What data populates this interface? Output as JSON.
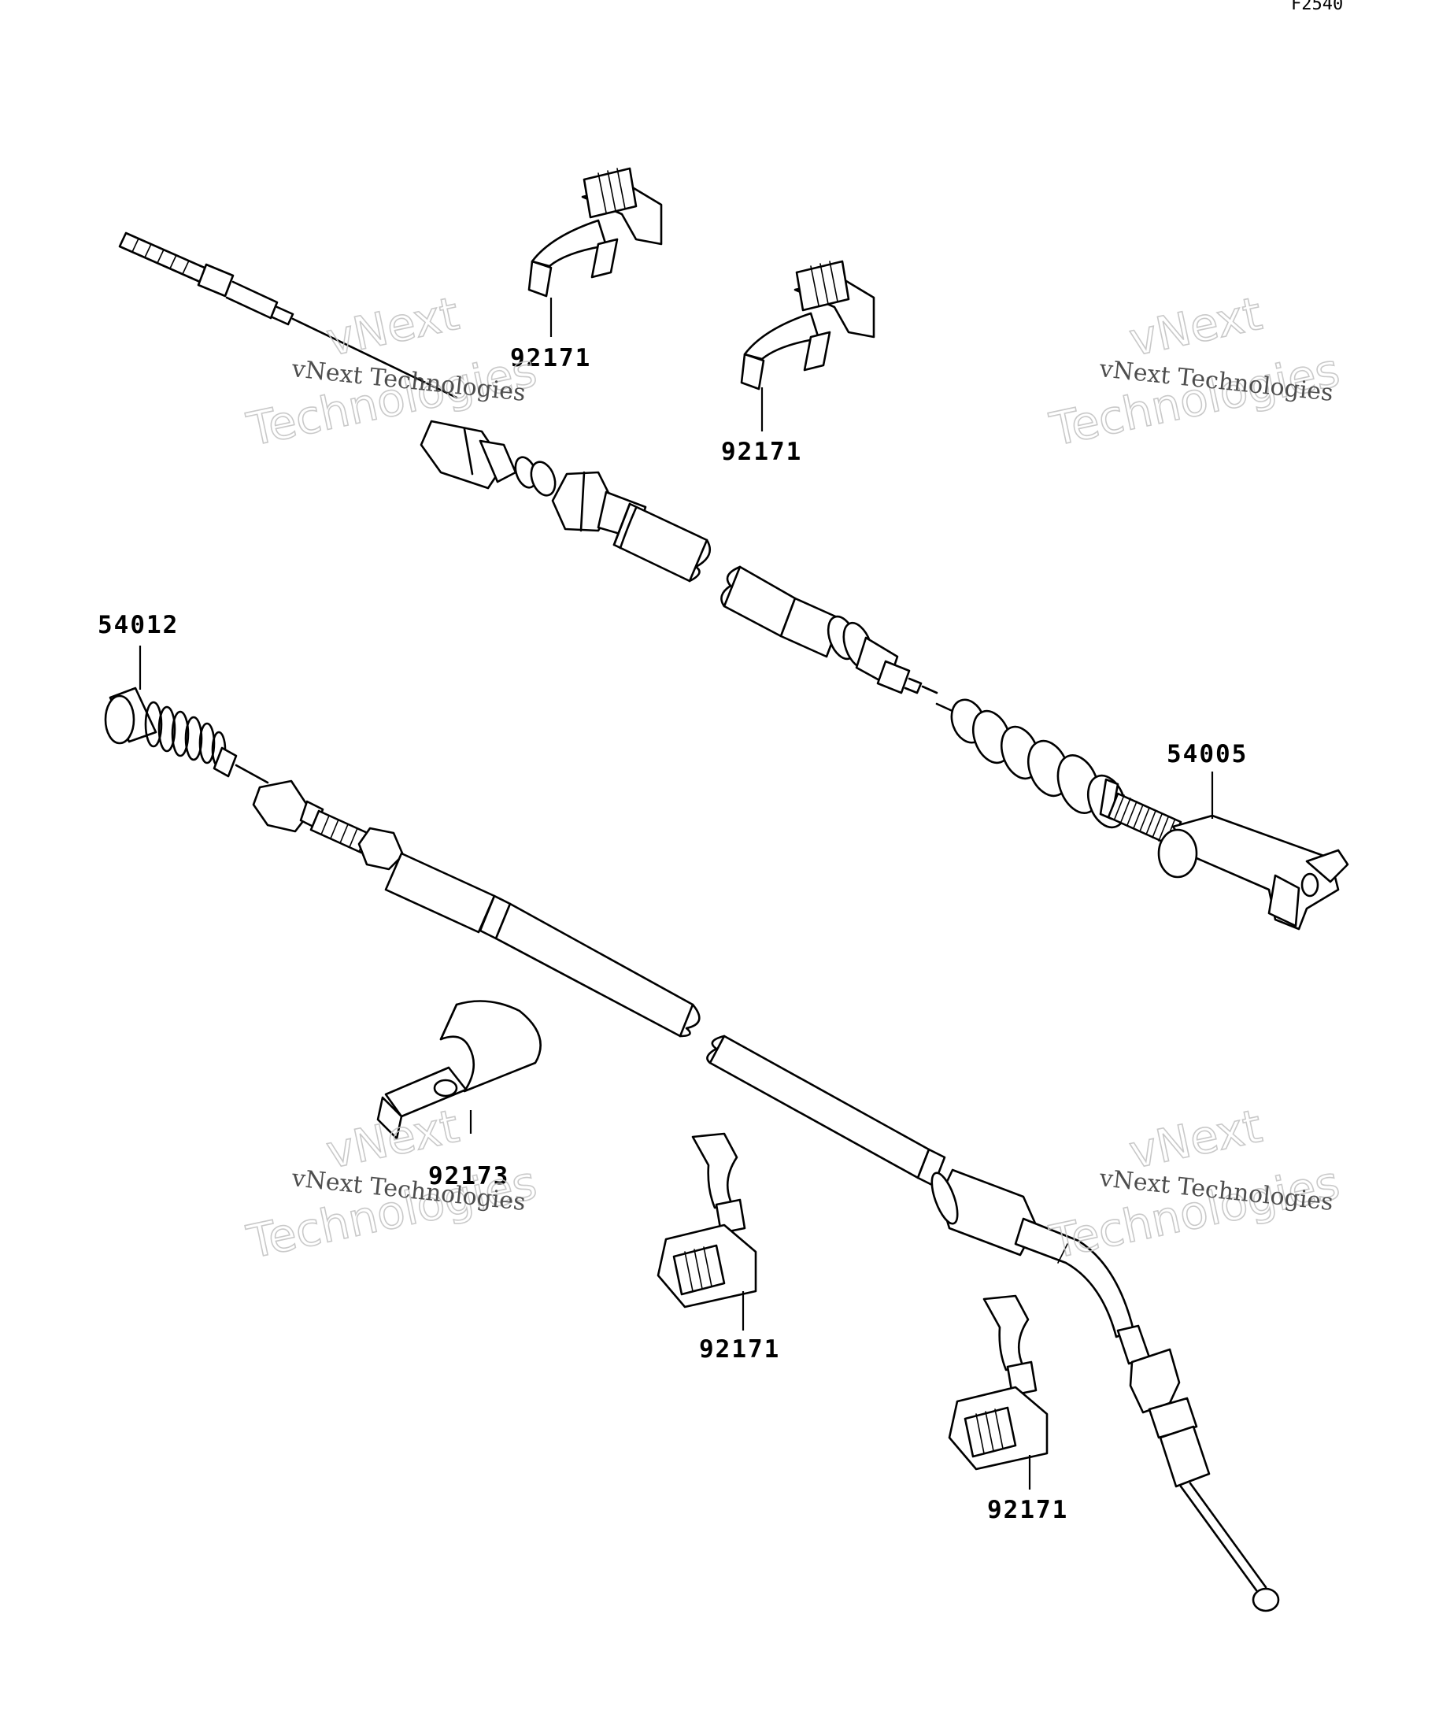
{
  "diagram_code": "F2540",
  "watermark": {
    "line": "vNext Technologies",
    "big_top": "vNext",
    "big_bottom": "Technologies"
  },
  "parts": [
    {
      "id": "clamp-top-left",
      "number": "92171"
    },
    {
      "id": "clamp-top-mid",
      "number": "92171"
    },
    {
      "id": "cable-clutch-end",
      "number": "54012"
    },
    {
      "id": "cable-clutch",
      "number": "54005"
    },
    {
      "id": "clamp-bracket",
      "number": "92173"
    },
    {
      "id": "clamp-bottom-mid",
      "number": "92171"
    },
    {
      "id": "clamp-bottom-right",
      "number": "92171"
    }
  ]
}
